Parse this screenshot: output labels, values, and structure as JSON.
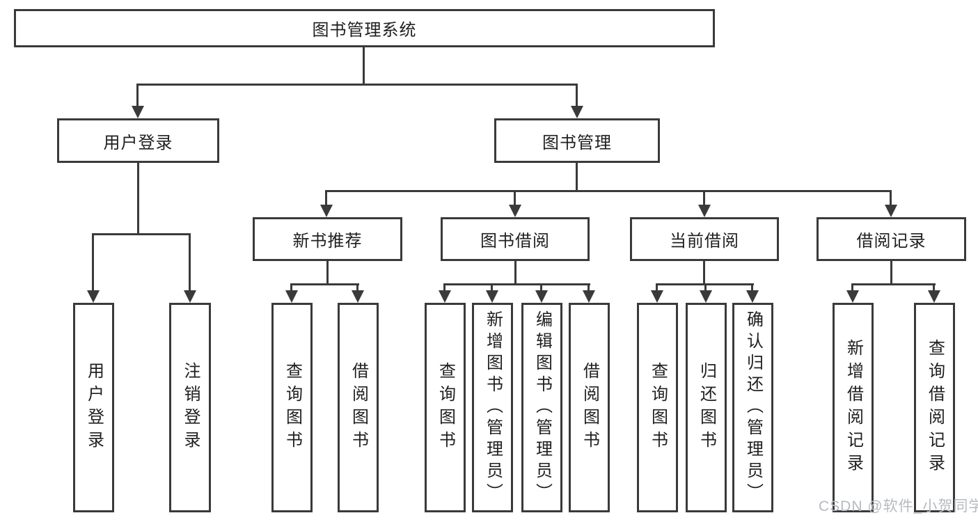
{
  "diagram": {
    "tree": {
      "label": "图书管理系统",
      "children": [
        {
          "label": "用户登录",
          "children": [
            {
              "label": "用户登录"
            },
            {
              "label": "注销登录"
            }
          ]
        },
        {
          "label": "图书管理",
          "children": [
            {
              "label": "新书推荐",
              "children": [
                {
                  "label": "查询图书"
                },
                {
                  "label": "借阅图书"
                }
              ]
            },
            {
              "label": "图书借阅",
              "children": [
                {
                  "label": "查询图书"
                },
                {
                  "label": "新增图书（管理员）"
                },
                {
                  "label": "编辑图书（管理员）"
                },
                {
                  "label": "借阅图书"
                }
              ]
            },
            {
              "label": "当前借阅",
              "children": [
                {
                  "label": "查询图书"
                },
                {
                  "label": "归还图书"
                },
                {
                  "label": "确认归还（管理员）"
                }
              ]
            },
            {
              "label": "借阅记录",
              "children": [
                {
                  "label": "新增借阅记录"
                },
                {
                  "label": "查询借阅记录"
                }
              ]
            }
          ]
        }
      ]
    },
    "colors": {
      "line": "#3a3a3a",
      "text": "#1f1f1f",
      "background": "#ffffff",
      "watermark": "#b6bac0"
    }
  },
  "watermark": {
    "text": "CSDN @软件_小贺同学"
  }
}
